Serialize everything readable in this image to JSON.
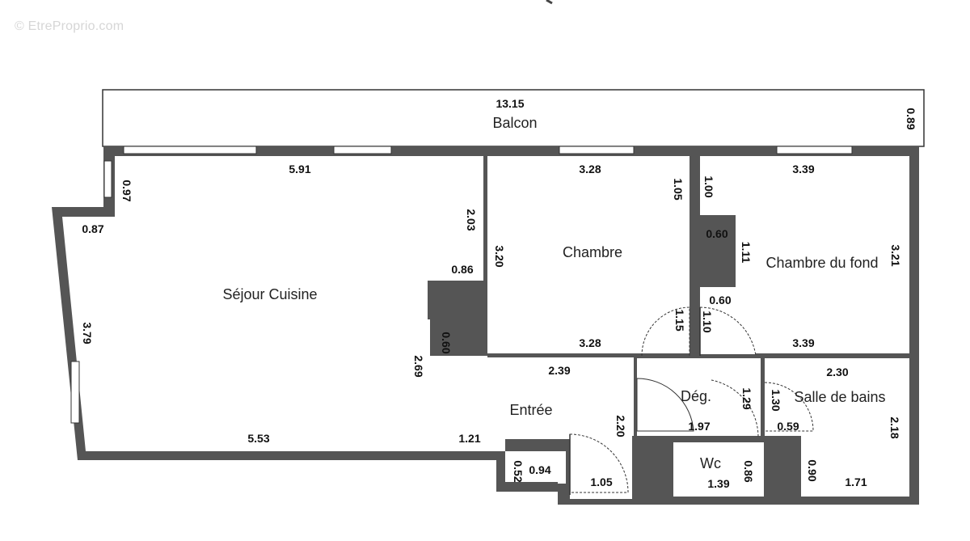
{
  "watermark": "© EtreProprio.com",
  "rooms": {
    "balcon": "Balcon",
    "sejour": "Séjour Cuisine",
    "chambre": "Chambre",
    "chambre_fond": "Chambre du fond",
    "entree": "Entrée",
    "degagement": "Dég.",
    "salle_de_bains": "Salle de bains",
    "wc": "Wc"
  },
  "dimensions": {
    "balcon_length": "13.15",
    "balcon_depth": "0.89",
    "sejour_top": "5.91",
    "sejour_left_window": "0.97",
    "sejour_left_short": "0.87",
    "sejour_left": "3.79",
    "sejour_right_upper": "2.03",
    "sejour_nook_width": "0.86",
    "sejour_nook_height": "0.60",
    "sejour_right_lower": "2.69",
    "sejour_bottom": "5.53",
    "sejour_bottom_right": "1.21",
    "entree_step_height": "0.52",
    "entree_step_width": "0.94",
    "entree_top": "2.39",
    "entree_right": "2.20",
    "entree_door_width": "1.05",
    "chambre_top": "3.28",
    "chambre_right_upper": "1.05",
    "chambre_left": "3.20",
    "chambre_bottom": "3.28",
    "chambre_right_lower": "1.15",
    "fond_top": "3.39",
    "fond_left_upper": "1.00",
    "fond_nook_upper": "0.60",
    "fond_nook_height": "1.11",
    "fond_nook_lower": "0.60",
    "fond_left_lower": "1.10",
    "fond_right": "3.21",
    "fond_bottom": "3.39",
    "deg_right": "1.29",
    "deg_bottom": "1.97",
    "sdb_top": "2.30",
    "sdb_left": "1.30",
    "sdb_door": "0.59",
    "sdb_right": "2.18",
    "sdb_lower_left": "0.90",
    "sdb_bottom": "1.71",
    "wc_bottom": "1.39",
    "wc_right": "0.86"
  }
}
